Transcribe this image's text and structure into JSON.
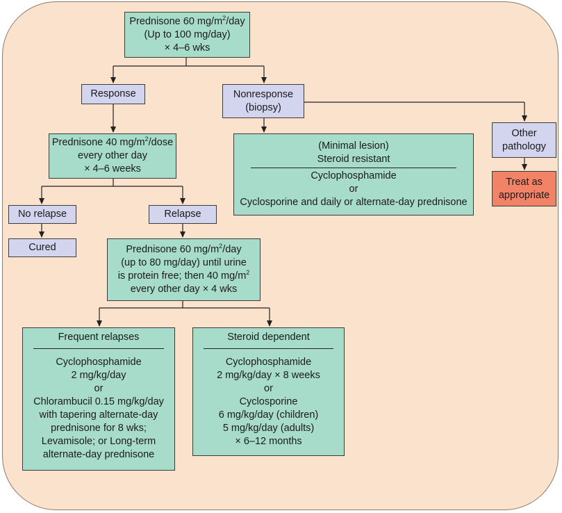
{
  "start": {
    "line1_pre": "Prednisone 60 mg/m",
    "line1_sup": "2",
    "line1_post": "/day",
    "line2": "(Up to 100 mg/day)",
    "line3": "× 4–6 wks"
  },
  "response": {
    "label": "Response"
  },
  "nonresponse": {
    "line1": "Nonresponse",
    "line2": "(biopsy)"
  },
  "other_pathology": {
    "line1": "Other",
    "line2": "pathology"
  },
  "treat": {
    "line1": "Treat as",
    "line2": "appropriate"
  },
  "prednisone_alt": {
    "line1_pre": "Prednisone 40 mg/m",
    "line1_sup": "2",
    "line1_post": "/dose",
    "line2": "every other day",
    "line3": "× 4–6 weeks"
  },
  "minimal_lesion": {
    "line1": "(Minimal lesion)",
    "line2": "Steroid resistant",
    "line3": "Cyclophosphamide",
    "line4": "or",
    "line5": "Cyclosporine and daily or alternate-day prednisone"
  },
  "no_relapse": {
    "label": "No relapse"
  },
  "relapse": {
    "label": "Relapse"
  },
  "cured": {
    "label": "Cured"
  },
  "relapse_treatment": {
    "line1_pre": "Prednisone 60 mg/m",
    "line1_sup": "2",
    "line1_post": "/day",
    "line2": "(up to 80 mg/day) until urine",
    "line3_pre": "is protein free; then 40 mg/m",
    "line3_sup": "2",
    "line4": "every other day × 4 wks"
  },
  "frequent": {
    "header": "Frequent relapses",
    "lines": [
      "Cyclophosphamide",
      "2 mg/kg/day",
      "or",
      "Chlorambucil 0.15 mg/kg/day",
      "with tapering alternate-day",
      "prednisone for 8 wks;",
      "Levamisole; or Long-term",
      "alternate-day prednisone"
    ]
  },
  "dependent": {
    "header": "Steroid dependent",
    "lines": [
      "Cyclophosphamide",
      "2 mg/kg/day × 8 weeks",
      "or",
      "Cyclosporine",
      "6 mg/kg/day (children)",
      "5 mg/kg/day (adults)",
      "× 6–12 months"
    ]
  },
  "colors": {
    "panel": "#fae2cc",
    "teal": "#a7dccb",
    "lavender": "#d3d4ee",
    "red": "#f28366"
  }
}
